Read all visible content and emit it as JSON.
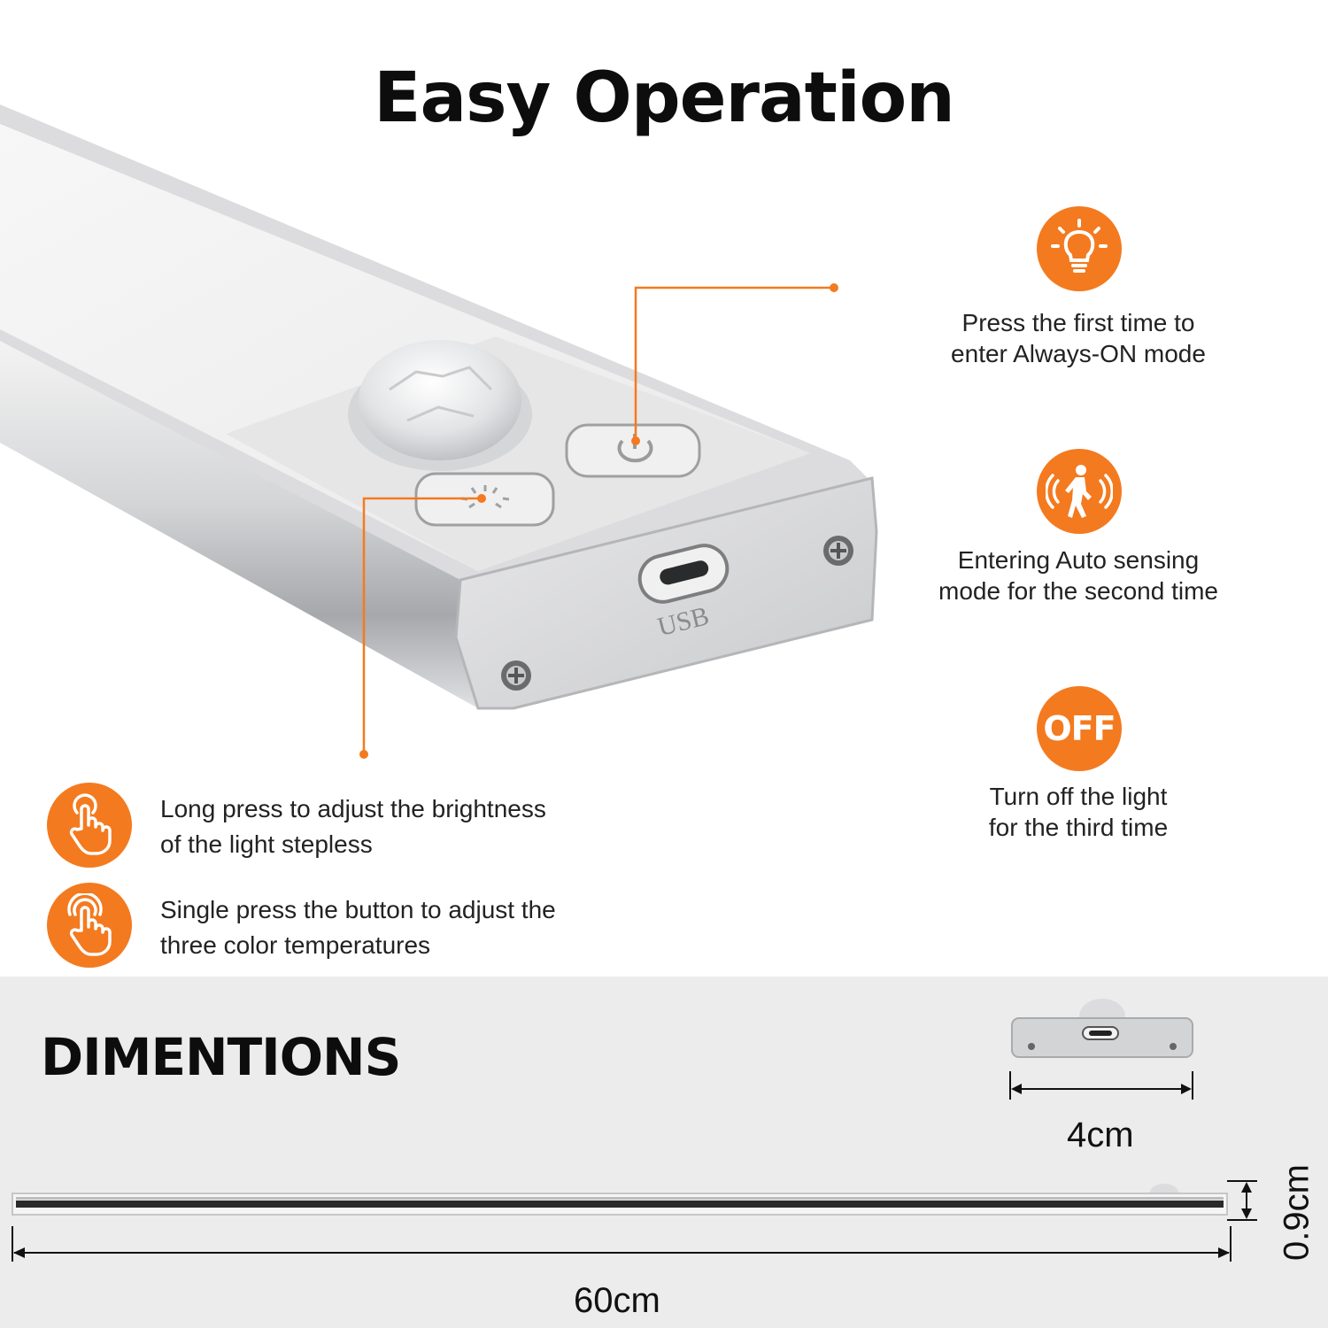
{
  "page": {
    "title": "Easy Operation",
    "accent_color": "#f47a1f"
  },
  "product": {
    "usb_label": "USB"
  },
  "modes": [
    {
      "icon": "light-bulb-icon",
      "line1": "Press the first time to",
      "line2": "enter Always-ON mode"
    },
    {
      "icon": "motion-sensor-person-icon",
      "line1": "Entering Auto sensing",
      "line2": "mode for the second time"
    },
    {
      "icon": "off-icon",
      "icon_text": "OFF",
      "line1": "Turn off the light",
      "line2": "for the third time"
    }
  ],
  "press_actions": [
    {
      "icon": "finger-long-press-icon",
      "line1": "Long press to adjust the brightness",
      "line2": "of the light stepless"
    },
    {
      "icon": "finger-single-press-icon",
      "line1": "Single press the button to adjust the",
      "line2": "three color temperatures"
    }
  ],
  "dimensions": {
    "title": "DIMENTIONS",
    "width_label": "4cm",
    "length_label": "60cm",
    "height_label": "0.9cm"
  }
}
